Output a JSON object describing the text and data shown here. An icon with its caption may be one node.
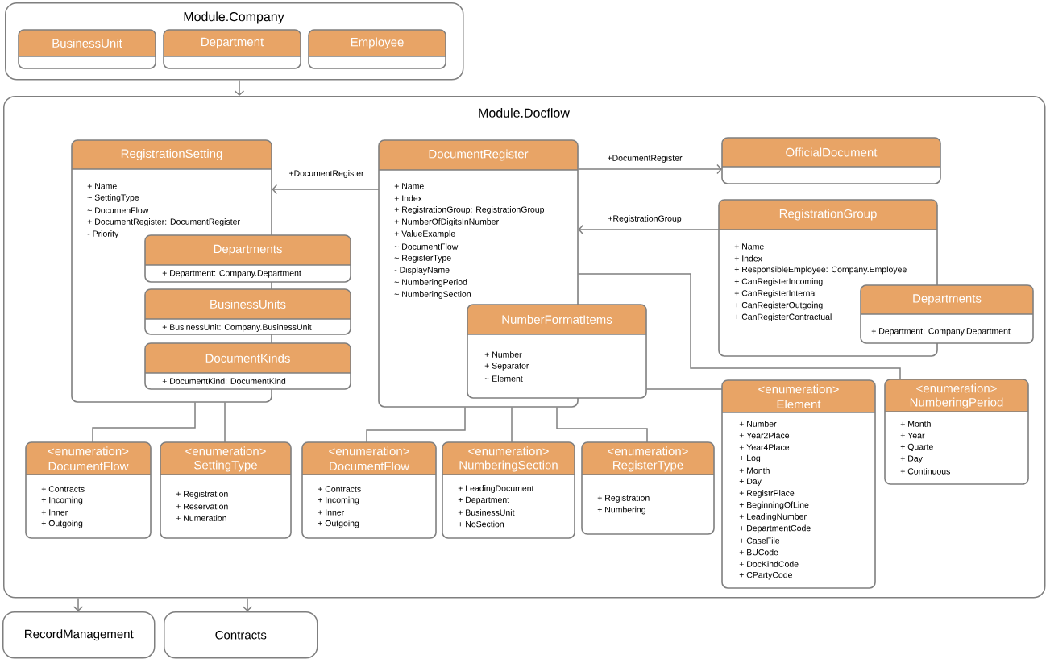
{
  "diagram": {
    "nodes": [
      {
        "text": [
          "Module.Company"
        ]
      },
      {
        "text": [
          "BusinessUnit"
        ],
        "in": 0
      },
      {
        "text": [
          "Department"
        ],
        "in": 0
      },
      {
        "text": [
          "Employee"
        ],
        "in": 0
      },
      {
        "text": [
          "Module.Docflow"
        ]
      },
      {
        "text": [
          "RegistrationSetting",
          "+ Name",
          "~ SettingType",
          "~ DocumenFlow",
          "+ DocumentRegister: DocumentRegister",
          "- Priority"
        ],
        "in": 4
      },
      {
        "text": [
          "Departments",
          "+ Department: Company.Department"
        ],
        "in": 4
      },
      {
        "text": [
          "BusinessUnits",
          "+ BusinessUnit: Company.BusinessUnit"
        ],
        "in": 4
      },
      {
        "text": [
          "DocumentKinds",
          "+ DocumentKind: DocumentKind"
        ],
        "in": 4
      },
      {
        "text": [
          "DocumentRegister",
          "+ Name",
          "+ Index",
          "+ RegistrationGroup: RegistrationGroup",
          "+ NumberOfDigitsInNumber",
          "+ ValueExample",
          "~ DocumentFlow",
          "~ RegisterType",
          "- DisplayName",
          "~ NumberingPeriod",
          "~ NumberingSection"
        ],
        "in": 4
      },
      {
        "text": [
          "NumberFormatItems",
          "+ Number",
          "+ Separator",
          "~ Element"
        ],
        "in": 4
      },
      {
        "text": [
          "OfficialDocument"
        ],
        "in": 4
      },
      {
        "text": [
          "RegistrationGroup",
          "+ Name",
          "+ Index",
          "+ ResponsibleEmployee: Company.Employee",
          "+ CanRegisterIncoming",
          "+ CanRegisterInternal",
          "+ CanRegisterOutgoing",
          "+ CanRegisterContractual"
        ],
        "in": 4
      },
      {
        "text": [
          "Departments",
          "+ Department: Company.Department"
        ],
        "in": 4
      },
      {
        "text": [
          "<enumeration>",
          "Element",
          "+ Number",
          "+ Year2Place",
          "+ Year4Place",
          "+ Log",
          "+ Month",
          "+ Day",
          "+ RegistrPlace",
          "+ BeginningOfLine",
          "+ LeadingNumber",
          "+ DepartmentCode",
          "+ CaseFile",
          "+ BUCode",
          "+ DocKindCode",
          "+ CPartyCode"
        ],
        "in": 4
      },
      {
        "text": [
          "<enumeration>",
          "NumberingPeriod",
          "+ Month",
          "+ Year",
          "+ Quarte",
          "+ Day",
          "+ Continuous"
        ],
        "in": 4
      },
      {
        "text": [
          "<enumeration>",
          "DocumentFlow",
          "+ Contracts",
          "+ Incoming",
          "+ Inner",
          "+ Outgoing"
        ],
        "in": 4
      },
      {
        "text": [
          "<enumeration>",
          "SettingType",
          "+ Registration",
          "+ Reservation",
          "+ Numeration"
        ],
        "in": 4
      },
      {
        "text": [
          "<enumeration>",
          "DocumentFlow",
          "+ Contracts",
          "+ Incoming",
          "+ Inner",
          "+ Outgoing"
        ],
        "in": 4
      },
      {
        "text": [
          "<enumeration>",
          "NumberingSection",
          "+ LeadingDocument",
          "+ Department",
          "+ BusinessUnit",
          "+ NoSection"
        ],
        "in": 4
      },
      {
        "text": [
          "<enumeration>",
          "RegisterType",
          "+ Registration",
          "+ Numbering"
        ],
        "in": 4
      },
      {
        "text": [
          "RecordManagement"
        ]
      },
      {
        "text": [
          "Contracts"
        ]
      }
    ],
    "edges": [
      {
        "from": 0,
        "to": 4,
        "arrow": "to"
      },
      {
        "from": 4,
        "to": 21,
        "arrow": "to"
      },
      {
        "from": 4,
        "to": 22,
        "arrow": "to"
      },
      {
        "from": 9,
        "to": 5,
        "arrow": "to",
        "label": "+DocumentRegister"
      },
      {
        "from": 9,
        "to": 11,
        "arrow": "to",
        "label": "+DocumentRegister"
      },
      {
        "from": 12,
        "to": 9,
        "arrow": "to",
        "label": "+RegistrationGroup"
      },
      {
        "from": 5,
        "to": 16,
        "arrow": "none"
      },
      {
        "from": 5,
        "to": 17,
        "arrow": "none"
      },
      {
        "from": 9,
        "to": 18,
        "arrow": "none"
      },
      {
        "from": 9,
        "to": 19,
        "arrow": "none"
      },
      {
        "from": 9,
        "to": 20,
        "arrow": "none"
      },
      {
        "from": 10,
        "to": 14,
        "arrow": "none"
      },
      {
        "from": 9,
        "to": 15,
        "arrow": "none"
      }
    ]
  }
}
